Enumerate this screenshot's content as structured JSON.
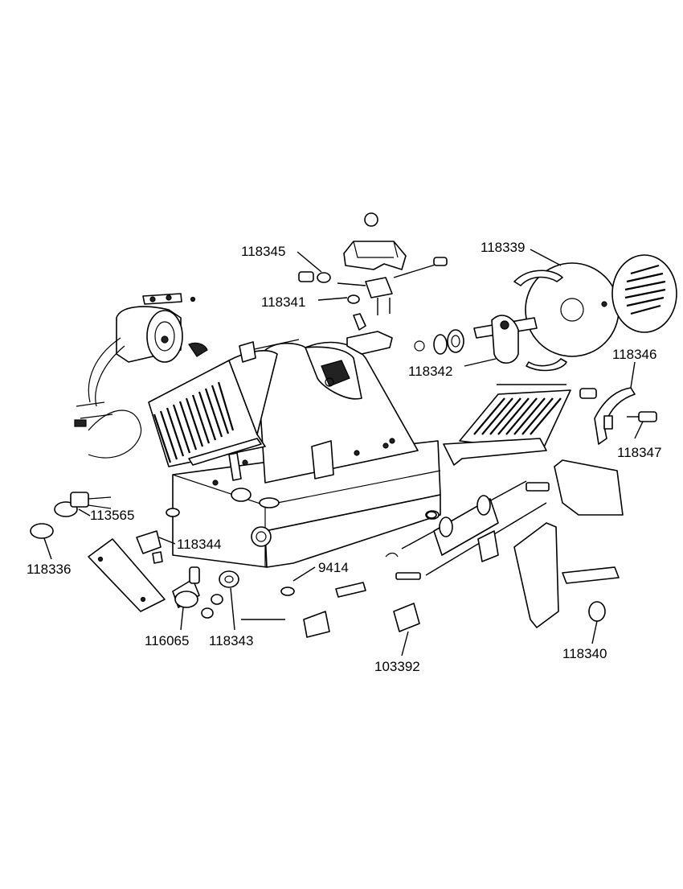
{
  "diagram": {
    "part_labels": [
      {
        "id": "118345",
        "text": "118345"
      },
      {
        "id": "118341",
        "text": "118341"
      },
      {
        "id": "118339",
        "text": "118339"
      },
      {
        "id": "118342",
        "text": "118342"
      },
      {
        "id": "118346",
        "text": "118346"
      },
      {
        "id": "118347",
        "text": "118347"
      },
      {
        "id": "113565",
        "text": "113565"
      },
      {
        "id": "118344",
        "text": "118344"
      },
      {
        "id": "118336",
        "text": "118336"
      },
      {
        "id": "9414",
        "text": "9414"
      },
      {
        "id": "116065",
        "text": "116065"
      },
      {
        "id": "118343",
        "text": "118343"
      },
      {
        "id": "103392",
        "text": "103392"
      },
      {
        "id": "118340",
        "text": "118340"
      }
    ]
  }
}
